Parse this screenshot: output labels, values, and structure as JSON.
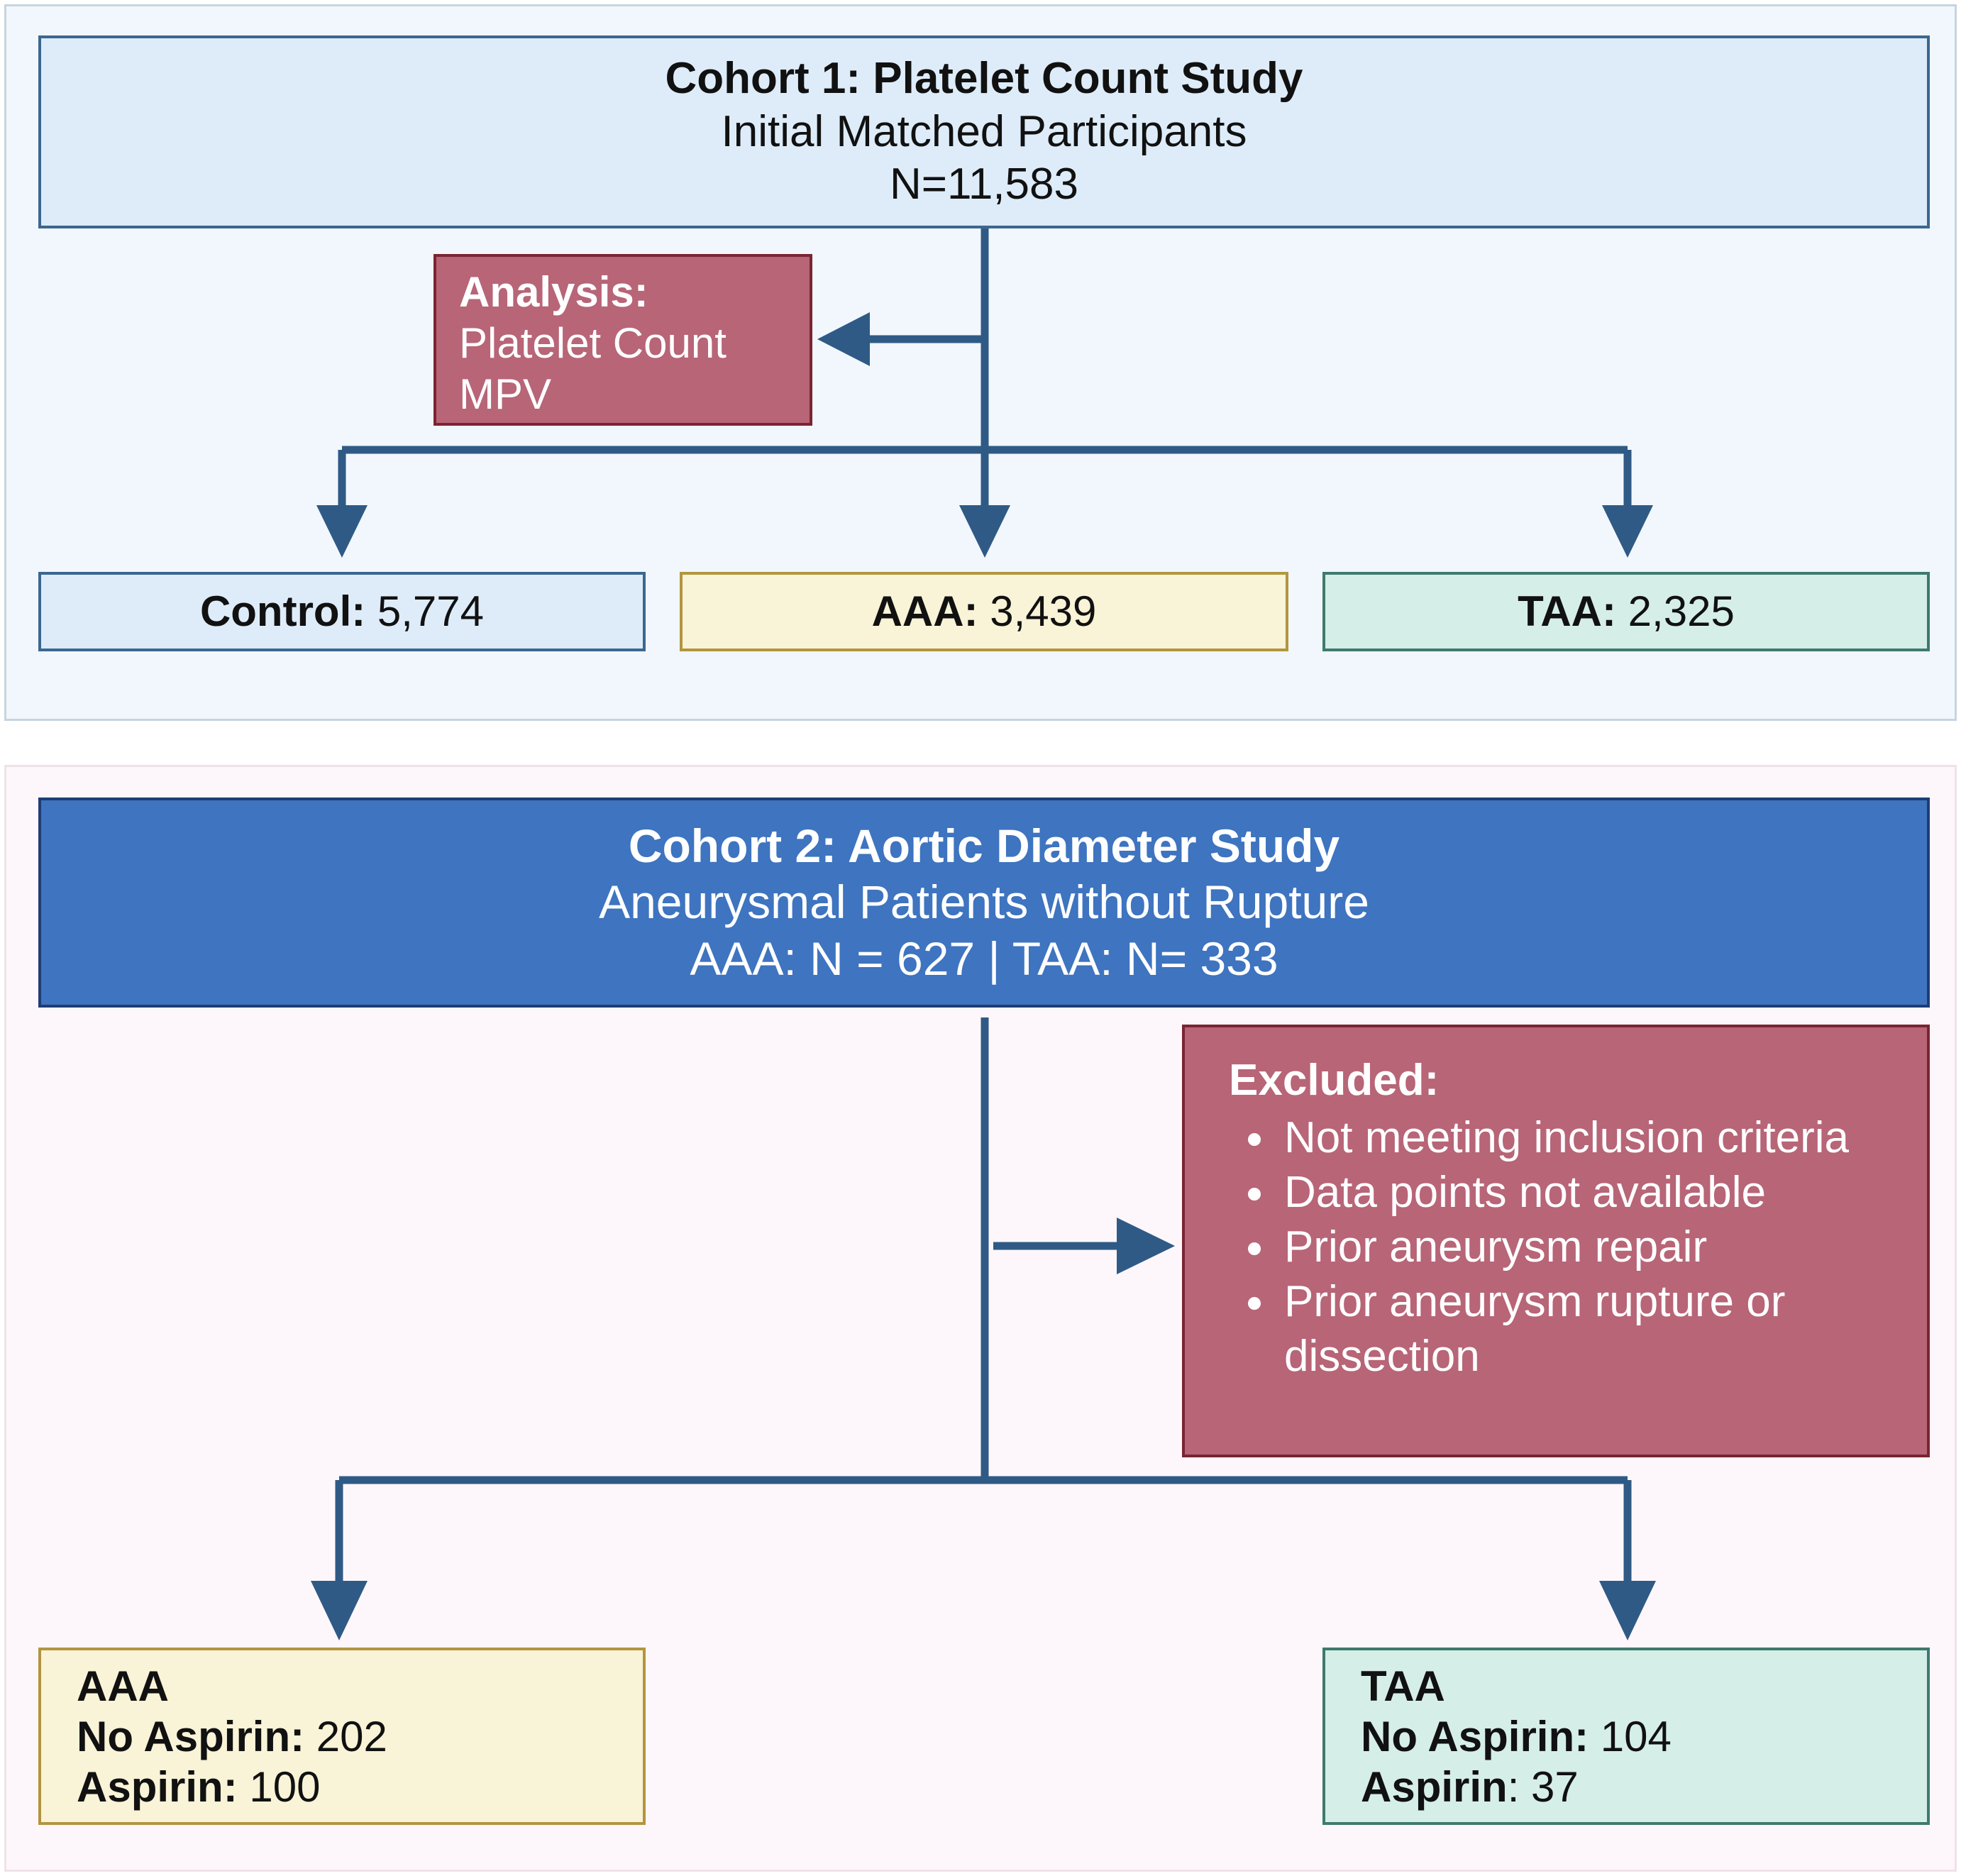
{
  "cohort1": {
    "header": {
      "title": "Cohort 1: Platelet Count Study",
      "subtitle": "Initial Matched Participants",
      "count": "N=11,583"
    },
    "analysis": {
      "label": "Analysis:",
      "items": [
        "Platelet Count",
        "MPV"
      ]
    },
    "groups": [
      {
        "label": "Control:",
        "value": "5,774",
        "color": "#deecf9"
      },
      {
        "label": "AAA:",
        "value": "3,439",
        "color": "#f9f3d7"
      },
      {
        "label": "TAA:",
        "value": "2,325",
        "color": "#d6eee8"
      }
    ]
  },
  "cohort2": {
    "header": {
      "title": "Cohort 2: Aortic Diameter Study",
      "subtitle": "Aneurysmal Patients without Rupture",
      "counts": "AAA: N = 627 | TAA: N= 333"
    },
    "excluded": {
      "label": "Excluded:",
      "items": [
        "Not meeting inclusion criteria",
        "Data points not available",
        "Prior aneurysm repair",
        "Prior aneurysm rupture or dissection"
      ]
    },
    "groups": [
      {
        "name": "AAA",
        "no_aspirin_label": "No Aspirin:",
        "no_aspirin": "202",
        "aspirin_label": "Aspirin:",
        "aspirin": "100"
      },
      {
        "name": "TAA",
        "no_aspirin_label": "No Aspirin:",
        "no_aspirin": "104",
        "aspirin_label": "Aspirin",
        "aspirin": ": 37"
      }
    ]
  },
  "colors": {
    "arrow": "#2f5a85",
    "excluded_box": "#b76577",
    "cohort2_header": "#3e74c0"
  }
}
